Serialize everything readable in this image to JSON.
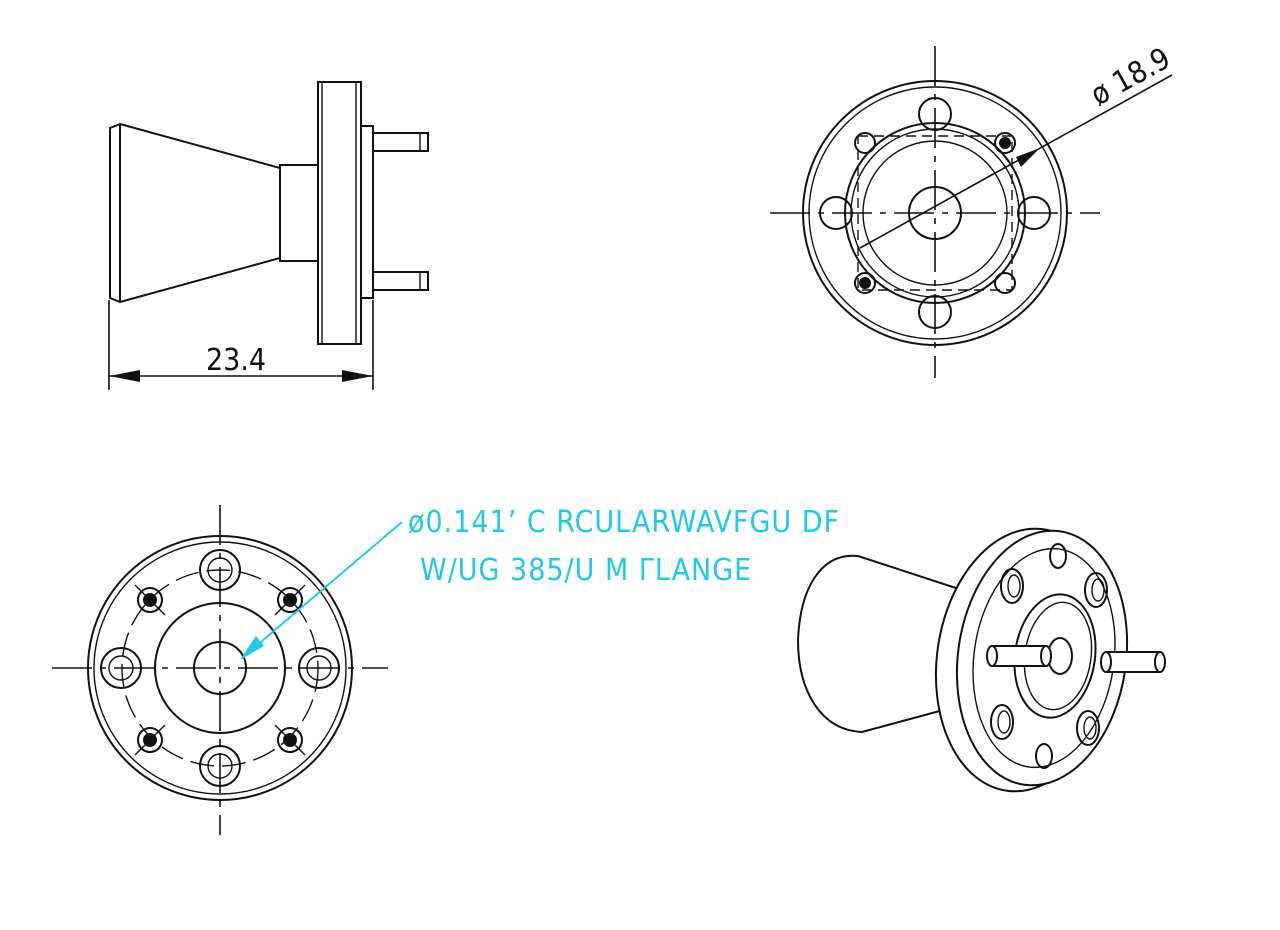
{
  "dimensions": {
    "length": "23.4",
    "diameter": "ø 18.9"
  },
  "annotation": {
    "line1": "ø0.141’ C RCULARWAVFGU DF",
    "line2": "W/UG 385/U M ΓLANGE",
    "color": "#22c8e8"
  },
  "colors": {
    "line": "#111111",
    "background": "#ffffff"
  }
}
